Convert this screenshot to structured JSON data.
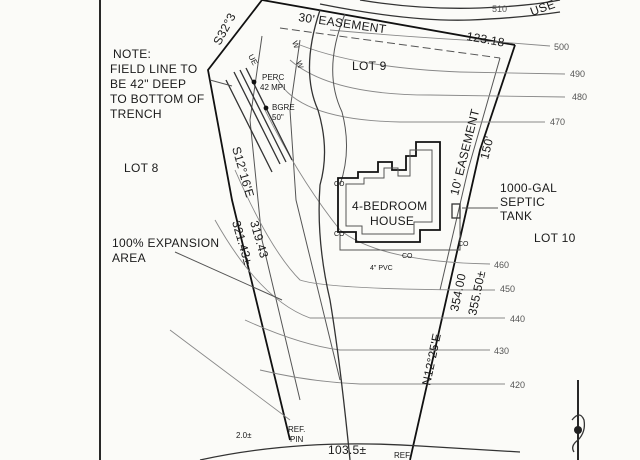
{
  "labels": {
    "street_fragment": "USE",
    "bearing_top": "S32°3",
    "easement_top": "30' EASEMENT",
    "dim_510": "510",
    "dim_12318": "123.18",
    "lot9": "LOT 9",
    "lot8": "LOT 8",
    "lot10": "LOT 10",
    "note": [
      "NOTE:",
      "FIELD LINE TO",
      "BE 42\" DEEP",
      "TO BOTTOM OF",
      "TRENCH"
    ],
    "ue": "UE",
    "w1": "W",
    "w2": "W",
    "perc": [
      "PERC",
      "42 MPI"
    ],
    "bgre": [
      "BGRE",
      "50\""
    ],
    "house": [
      "4-BEDROOM",
      "HOUSE"
    ],
    "co1": "CO",
    "co2": "CO",
    "co3": "CO",
    "co4": "CO",
    "pvc": "4\" PVC",
    "easement_right": "10' EASEMENT",
    "easement_150": "150'",
    "septic": [
      "1000-GAL",
      "SEPTIC",
      "TANK"
    ],
    "expansion": [
      "100% EXPANSION",
      "AREA"
    ],
    "bearing_left": "S12°16'E",
    "dim_31943": "319.43",
    "dim_32143": "321.43±",
    "dim_35400": "354.00",
    "dim_35550": "355.50±",
    "bearing_right": "N12°25'E",
    "dim_20": "2.0±",
    "ref_pin": [
      "REF.",
      "PIN"
    ],
    "dim_1035": "103.5±",
    "ref_bottom": "REF"
  },
  "contours": [
    "500",
    "490",
    "480",
    "470",
    "460",
    "450",
    "440",
    "430",
    "420"
  ],
  "ink": "#1a1a1a"
}
